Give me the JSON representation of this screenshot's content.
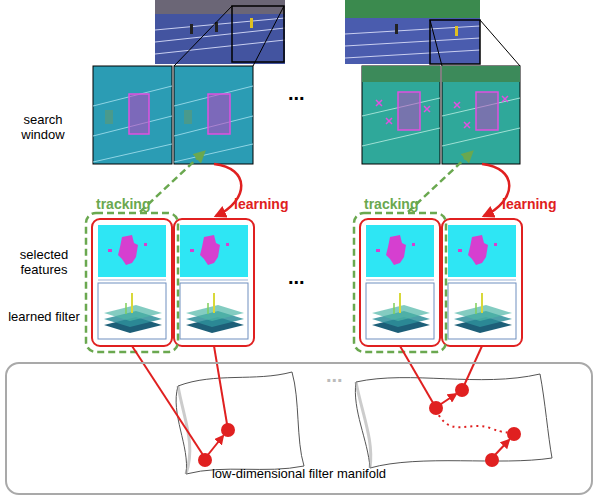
{
  "diagram": {
    "nodes": [
      {
        "text": [
          "low-dimensional filter manifold"
        ]
      }
    ],
    "labels": [
      "search window",
      "...",
      "tracking",
      "learning",
      "tracking",
      "learning",
      "selected features",
      "learned filter",
      "...",
      "..."
    ]
  }
}
